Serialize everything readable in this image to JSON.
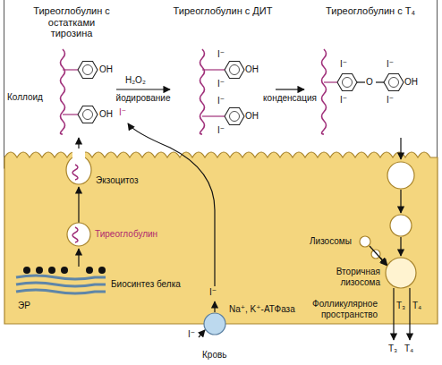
{
  "diagram": {
    "nodes": [
      {
        "text": [
          "Тиреоглобулин с остатками тирозина"
        ]
      },
      {
        "text": [
          "Тиреоглобулин с ДИТ"
        ]
      },
      {
        "text": [
          "Тиреоглобулин с T₄"
        ]
      }
    ],
    "edges": [
      {
        "from": 0,
        "to": 1,
        "label": "йодирование",
        "arrow": "to"
      },
      {
        "from": 1,
        "to": 2,
        "label": "конденсация",
        "arrow": "to"
      }
    ],
    "labels": [
      "Коллоид",
      "H₂O₂",
      "OH",
      "OH",
      "I⁻",
      "I⁻",
      "I⁻",
      "I⁻",
      "I⁻",
      "OH",
      "OH",
      "I⁻",
      "I⁻",
      "O",
      "I⁻",
      "I⁻",
      "OH",
      "Экзоцитоз",
      "Тиреоглобулин",
      "Биосинтез белка",
      "ЭР",
      "I⁻",
      "Na⁺, K⁺-АТФаза",
      "I⁻",
      "Кровь",
      "Лизосомы",
      "Вторичная лизосома",
      "Фолликулярное пространство",
      "T₃",
      "T₄",
      "T₃",
      "T₄"
    ]
  }
}
